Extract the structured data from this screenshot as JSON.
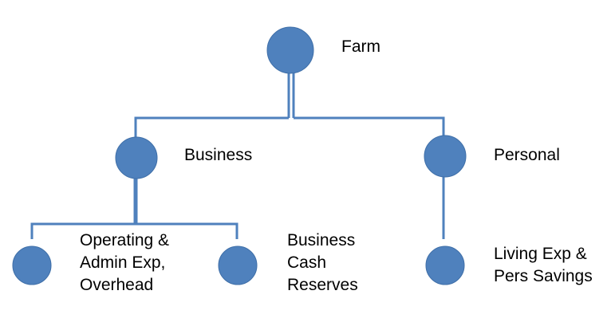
{
  "colors": {
    "node_fill": "#4f81bd",
    "connector": "#4f81bd",
    "text": "#000000"
  },
  "nodes": {
    "farm": {
      "label": "Farm"
    },
    "business": {
      "label": "Business"
    },
    "personal": {
      "label": "Personal"
    },
    "operating": {
      "label_lines": [
        "Operating &",
        "Admin Exp,",
        "Overhead"
      ]
    },
    "business_cash": {
      "label_lines": [
        "Business",
        "Cash",
        "Reserves"
      ]
    },
    "living": {
      "label_lines": [
        "Living Exp &",
        "Pers Savings"
      ]
    }
  }
}
